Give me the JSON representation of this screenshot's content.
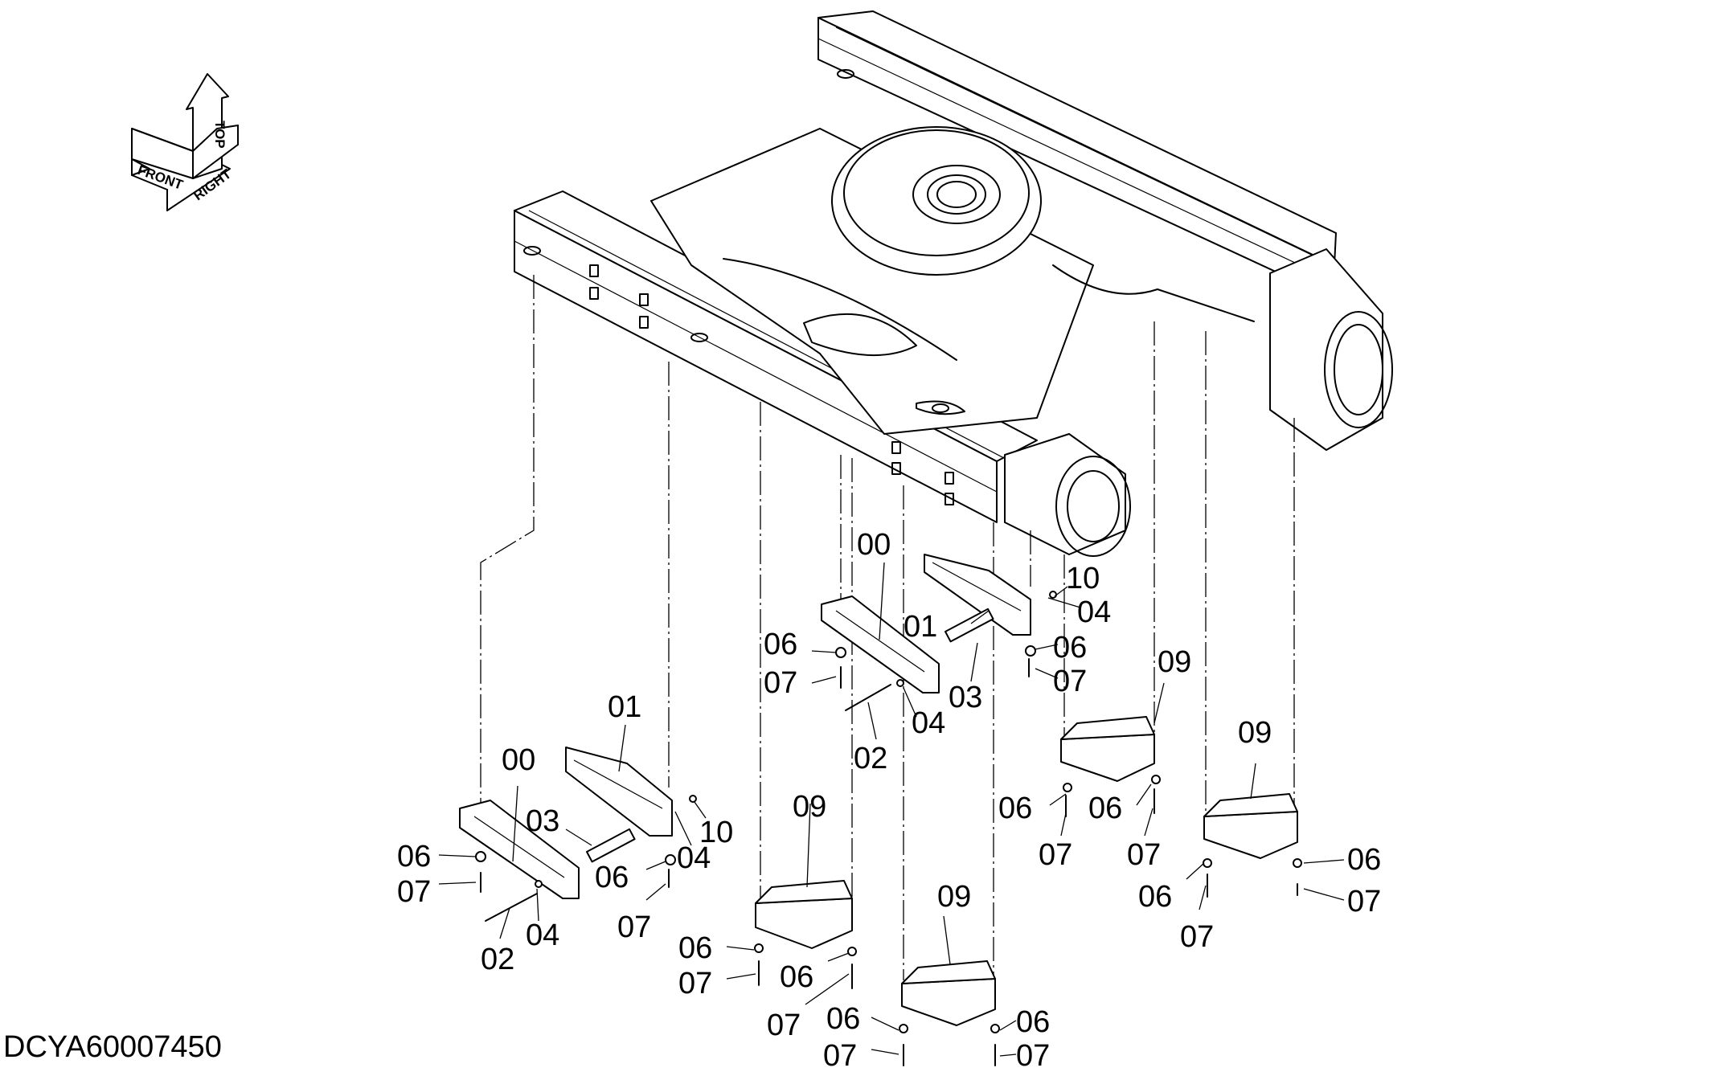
{
  "orientation_indicator": {
    "front": "FRONT",
    "top": "TOP",
    "right": "RIGHT"
  },
  "drawing_code": "DCYA60007450",
  "callouts": {
    "c00_mid": "00",
    "c01_mid": "01",
    "c10_mid": "10",
    "c04_mid_a": "04",
    "c06_mid_a": "06",
    "c07_mid_a": "07",
    "c03_mid": "03",
    "c04_mid_b": "04",
    "c02_mid": "02",
    "c06_mid_b": "06",
    "c07_mid_b": "07",
    "c01_left": "01",
    "c00_left": "00",
    "c03_left": "03",
    "c10_left": "10",
    "c04_left_a": "04",
    "c06_left_a": "06",
    "c07_left_a": "07",
    "c06_left_b": "06",
    "c07_left_b": "07",
    "c02_left": "02",
    "c04_left_b": "04",
    "c09_a": "09",
    "c06_a1": "06",
    "c07_a1": "07",
    "c06_a2": "06",
    "c07_a2": "07",
    "c09_b": "09",
    "c06_b1": "06",
    "c07_b1": "07",
    "c06_b2": "06",
    "c07_b2": "07",
    "c09_c": "09",
    "c06_c1": "06",
    "c07_c1": "07",
    "c06_c2": "06",
    "c07_c2": "07",
    "c09_d": "09",
    "c06_d1": "06",
    "c07_d1": "07",
    "c06_d2": "06",
    "c07_d2": "07"
  }
}
